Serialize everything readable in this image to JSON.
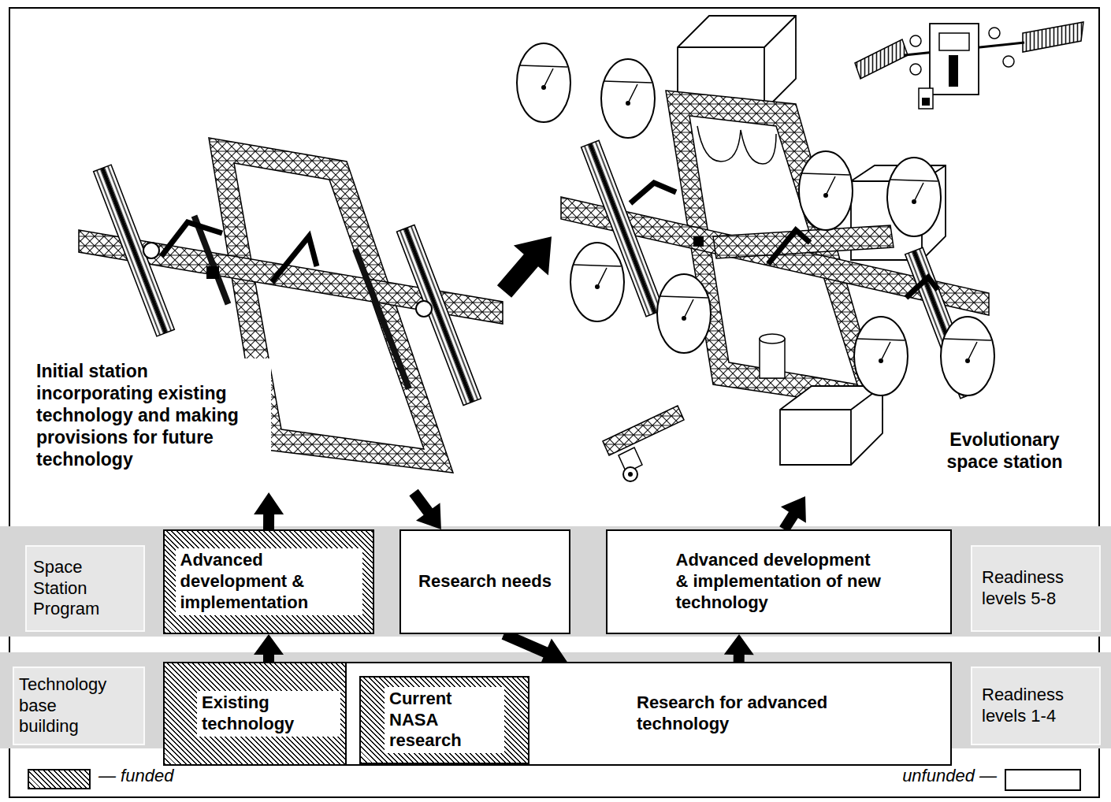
{
  "diagram": {
    "nodes": [
      {
        "text": [
          "Initial station incorporating existing technology and making provisions for future technology"
        ]
      },
      {
        "text": [
          "Evolutionary space station"
        ]
      },
      {
        "text": [
          "Space Station Program"
        ]
      },
      {
        "text": [
          "Advanced development & implementation"
        ]
      },
      {
        "text": [
          "Research needs"
        ]
      },
      {
        "text": [
          "Advanced development & implementation of new technology"
        ]
      },
      {
        "text": [
          "Readiness levels 5-8"
        ]
      },
      {
        "text": [
          "Technology base building"
        ]
      },
      {
        "text": [
          "Existing technology"
        ]
      },
      {
        "text": [
          "Research for advanced technology"
        ]
      },
      {
        "text": [
          "Current NASA research"
        ],
        "in": 9
      },
      {
        "text": [
          "Readiness levels 1-4"
        ]
      }
    ],
    "edges": [
      {
        "from": 8,
        "to": 3,
        "arrow": "to"
      },
      {
        "from": 3,
        "to": 0,
        "arrow": "to"
      },
      {
        "from": 0,
        "to": 4,
        "arrow": "to"
      },
      {
        "from": 4,
        "to": 9,
        "arrow": "to"
      },
      {
        "from": 9,
        "to": 5,
        "arrow": "to"
      },
      {
        "from": 5,
        "to": 1,
        "arrow": "to"
      },
      {
        "from": 0,
        "to": 1,
        "arrow": "to"
      }
    ],
    "legend": [
      {
        "text": "— funded"
      },
      {
        "text": "unfunded —",
        "color": "#ffffff"
      }
    ]
  }
}
